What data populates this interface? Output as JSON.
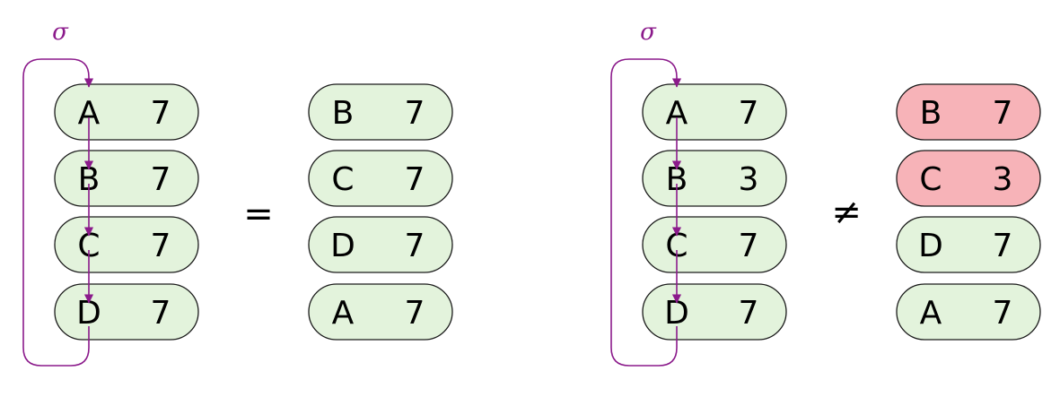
{
  "colors": {
    "cell_fill": "#e3f3dc",
    "highlight_fill": "#f7b3b8",
    "permutation": "#8b1a8b"
  },
  "left_example": {
    "permutation_label": "σ",
    "original": [
      {
        "key": "A",
        "value": "7"
      },
      {
        "key": "B",
        "value": "7"
      },
      {
        "key": "C",
        "value": "7"
      },
      {
        "key": "D",
        "value": "7"
      }
    ],
    "relation": "=",
    "permuted": [
      {
        "key": "B",
        "value": "7",
        "highlight": false
      },
      {
        "key": "C",
        "value": "7",
        "highlight": false
      },
      {
        "key": "D",
        "value": "7",
        "highlight": false
      },
      {
        "key": "A",
        "value": "7",
        "highlight": false
      }
    ]
  },
  "right_example": {
    "permutation_label": "σ",
    "original": [
      {
        "key": "A",
        "value": "7"
      },
      {
        "key": "B",
        "value": "3"
      },
      {
        "key": "C",
        "value": "7"
      },
      {
        "key": "D",
        "value": "7"
      }
    ],
    "relation": "≠",
    "permuted": [
      {
        "key": "B",
        "value": "7",
        "highlight": true
      },
      {
        "key": "C",
        "value": "3",
        "highlight": true
      },
      {
        "key": "D",
        "value": "7",
        "highlight": false
      },
      {
        "key": "A",
        "value": "7",
        "highlight": false
      }
    ]
  }
}
